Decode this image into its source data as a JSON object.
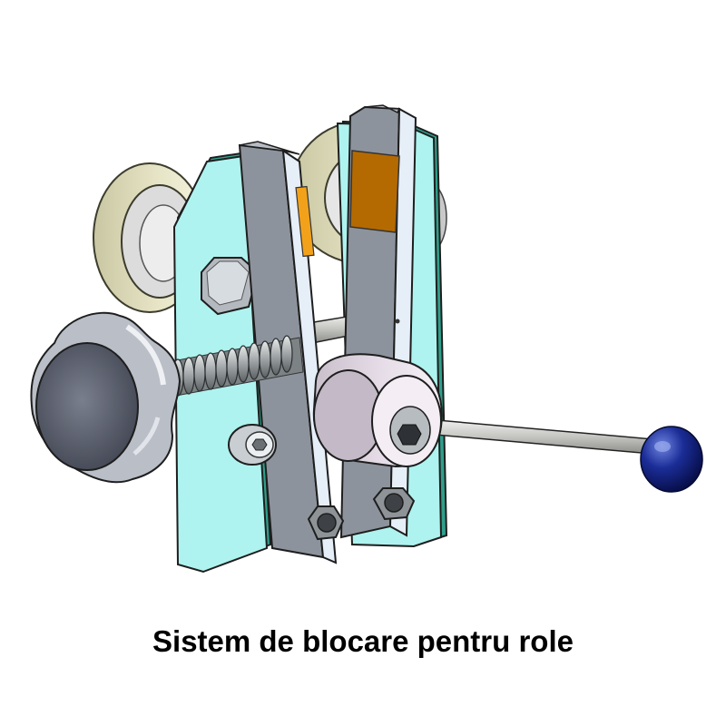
{
  "caption": "Sistem de blocare pentru role",
  "colors": {
    "background": "#ffffff",
    "plate": "#aef3ef",
    "plate_edge": "#2f9f8a",
    "arm": "#8d939c",
    "arm_light": "#e6eef8",
    "roller": "#e4e2c2",
    "pad": "#f2a21a",
    "pad_dark": "#8a5000",
    "knob": "#5a5e6c",
    "spring": "#9aa0a3",
    "cam": "#d7ccd8",
    "lever_ball": "#0e1e7a",
    "hardware": "#a8adb3"
  },
  "icons": [
    "rubber-roller",
    "side-plate",
    "clamp-arm",
    "star-knob",
    "compression-spring",
    "hex-bolt",
    "socket-screw",
    "hex-nut",
    "eccentric-cam",
    "lever-handle",
    "ball-knob",
    "friction-pad"
  ]
}
